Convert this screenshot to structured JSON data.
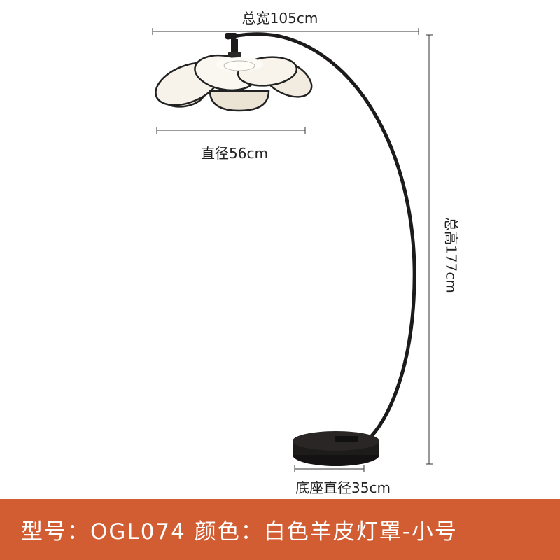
{
  "dimensions": {
    "total_width": "总宽105cm",
    "shade_diameter": "直径56cm",
    "total_height": "总高177cm",
    "base_diameter": "底座直径35cm"
  },
  "product_info": "型号：OGL074  颜色：白色羊皮灯罩-小号",
  "colors": {
    "banner": "#d25d32",
    "lamp_metal": "#1c1a1a",
    "shade_fill": "#f4efe6",
    "shade_edge": "#222222",
    "dimension_line": "#333333"
  }
}
